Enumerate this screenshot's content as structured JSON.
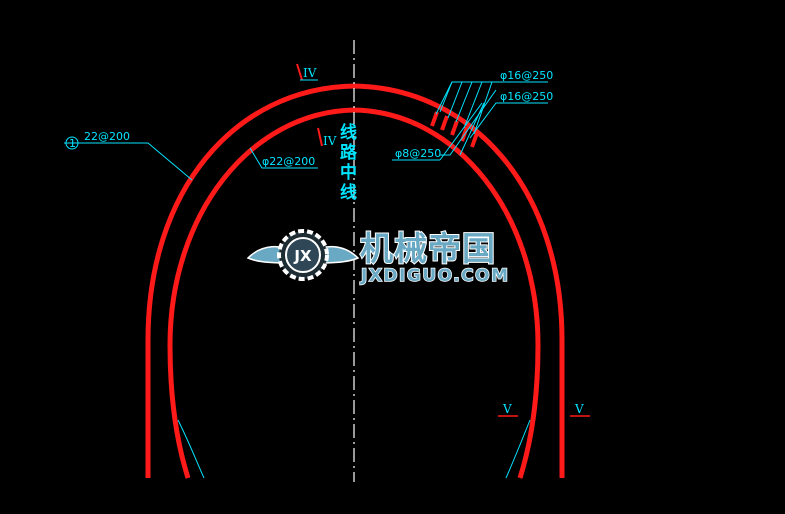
{
  "colors": {
    "background": "#000000",
    "lining": "#ff1a1a",
    "annotation": "#00e5ff",
    "centerline": "#ffffff",
    "logo_wing": "#6aa9c4",
    "logo_stroke": "#ffffff"
  },
  "labels": {
    "section_iv_top": "IV",
    "section_iv_inner": "IV",
    "centerline_text": "线路中线",
    "rebar_outer": "22@200",
    "rebar_outer_mark": "1",
    "rebar_inner": "φ22@200",
    "rebar_right_1": "φ16@250",
    "rebar_right_2": "φ16@250",
    "rebar_right_3": "φ8@250",
    "section_v_left": "V",
    "section_v_right": "V"
  },
  "watermark": {
    "icon": "gear-wings-logo-icon",
    "emblem_text": "JX",
    "name_cn": "机械帝国",
    "name_en": "JXDIGUO.COM"
  }
}
